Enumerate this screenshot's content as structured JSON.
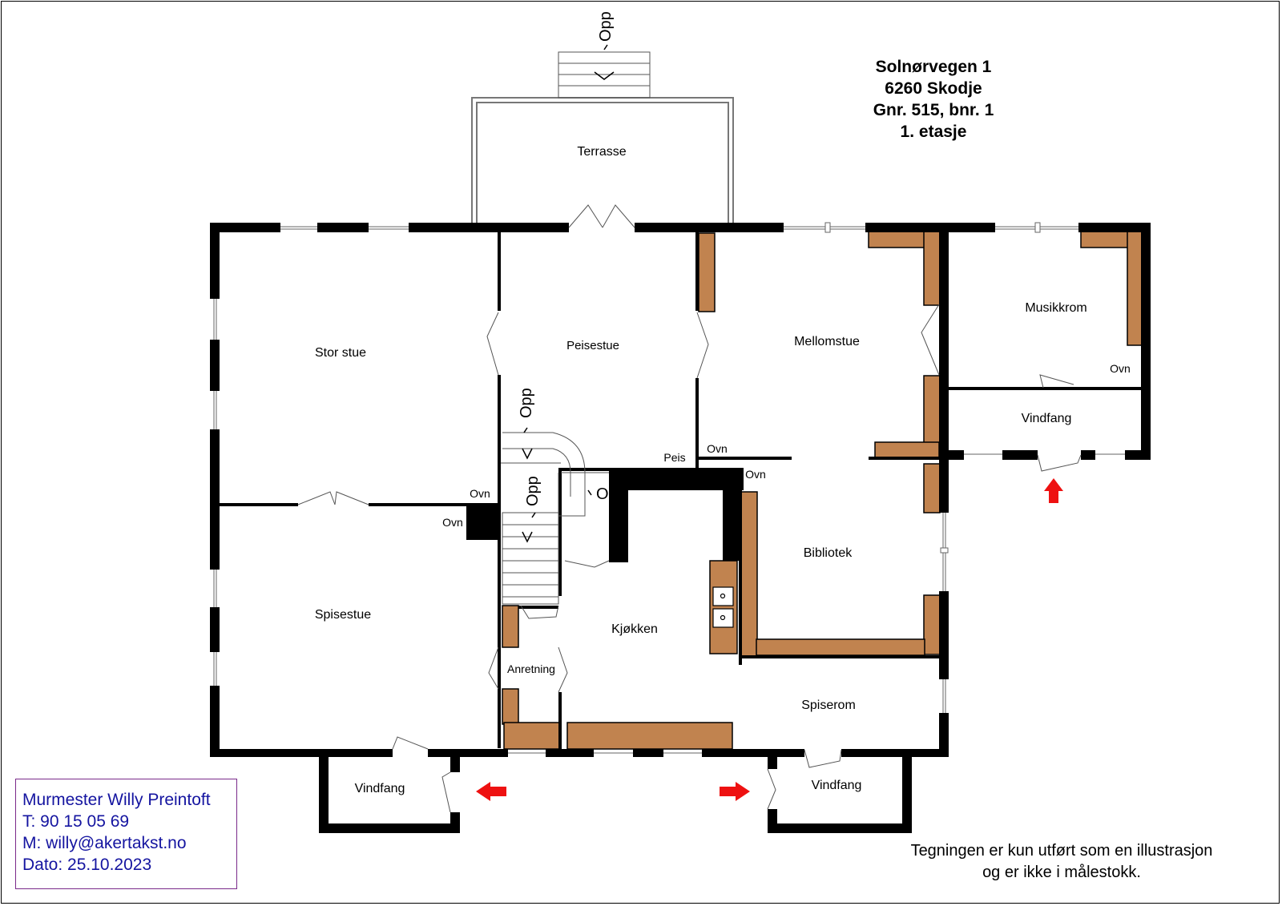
{
  "header": {
    "address": "Solnørvegen 1",
    "postal": "6260 Skodje",
    "property": "Gnr. 515, bnr. 1",
    "floor": "1. etasje"
  },
  "contact": {
    "name": "Murmester Willy Preintoft",
    "phone": "T: 90 15 05 69",
    "email": "M: willy@akertakst.no",
    "date": "Dato: 25.10.2023"
  },
  "disclaimer": {
    "line1": "Tegningen er kun utført som en illustrasjon",
    "line2": "og er ikke i målestokk."
  },
  "rooms": {
    "terrasse": "Terrasse",
    "stor_stue": "Stor stue",
    "peisestue": "Peisestue",
    "mellomstue": "Mellomstue",
    "musikkrom": "Musikkrom",
    "vindfang_right": "Vindfang",
    "spisestue": "Spisestue",
    "kjokken": "Kjøkken",
    "bibliotek": "Bibliotek",
    "anretning": "Anretning",
    "spiserom": "Spiserom",
    "vindfang_left": "Vindfang",
    "vindfang_center": "Vindfang"
  },
  "fixtures": {
    "ovn": "Ovn",
    "peis": "Peis",
    "opp": "Opp"
  },
  "colors": {
    "wall": "#000000",
    "cabinet": "#c1834f",
    "arrow": "#ee1111",
    "contact_text": "#1414a0",
    "contact_border": "#7a2a8a"
  }
}
